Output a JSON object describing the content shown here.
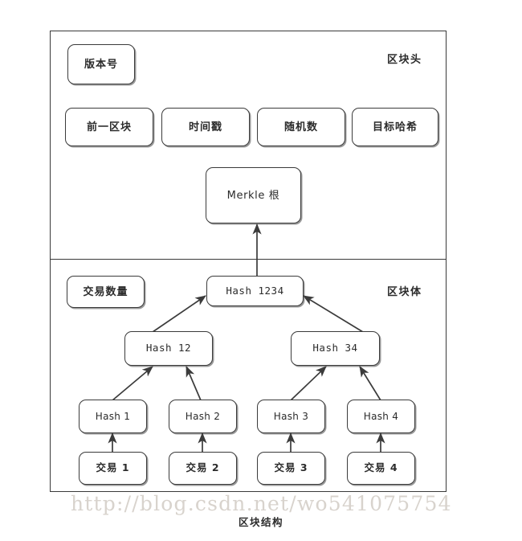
{
  "diagram": {
    "caption": "区块结构",
    "watermark": "http://blog.csdn.net/wo541075754",
    "colors": {
      "stroke": "#3b3b3b",
      "background": "#ffffff",
      "text": "#2b2b2b",
      "watermark": "#d8d3cd"
    }
  },
  "header_section": {
    "tag": "区块头",
    "version": "版本号",
    "fields": [
      {
        "label": "前一区块"
      },
      {
        "label": "时间戳"
      },
      {
        "label": "随机数"
      },
      {
        "label": "目标哈希"
      }
    ],
    "merkle_root": "Merkle 根"
  },
  "body_section": {
    "tag": "区块体",
    "tx_count": "交易数量",
    "merkle_tree": {
      "root_hash": "Hash   1234",
      "mid_hashes": [
        {
          "label": "Hash   12"
        },
        {
          "label": "Hash   34"
        }
      ],
      "leaf_hashes": [
        {
          "label": "Hash 1"
        },
        {
          "label": "Hash 2"
        },
        {
          "label": "Hash 3"
        },
        {
          "label": "Hash 4"
        }
      ],
      "transactions": [
        {
          "label": "交易 1"
        },
        {
          "label": "交易 2"
        },
        {
          "label": "交易 3"
        },
        {
          "label": "交易 4"
        }
      ]
    }
  }
}
